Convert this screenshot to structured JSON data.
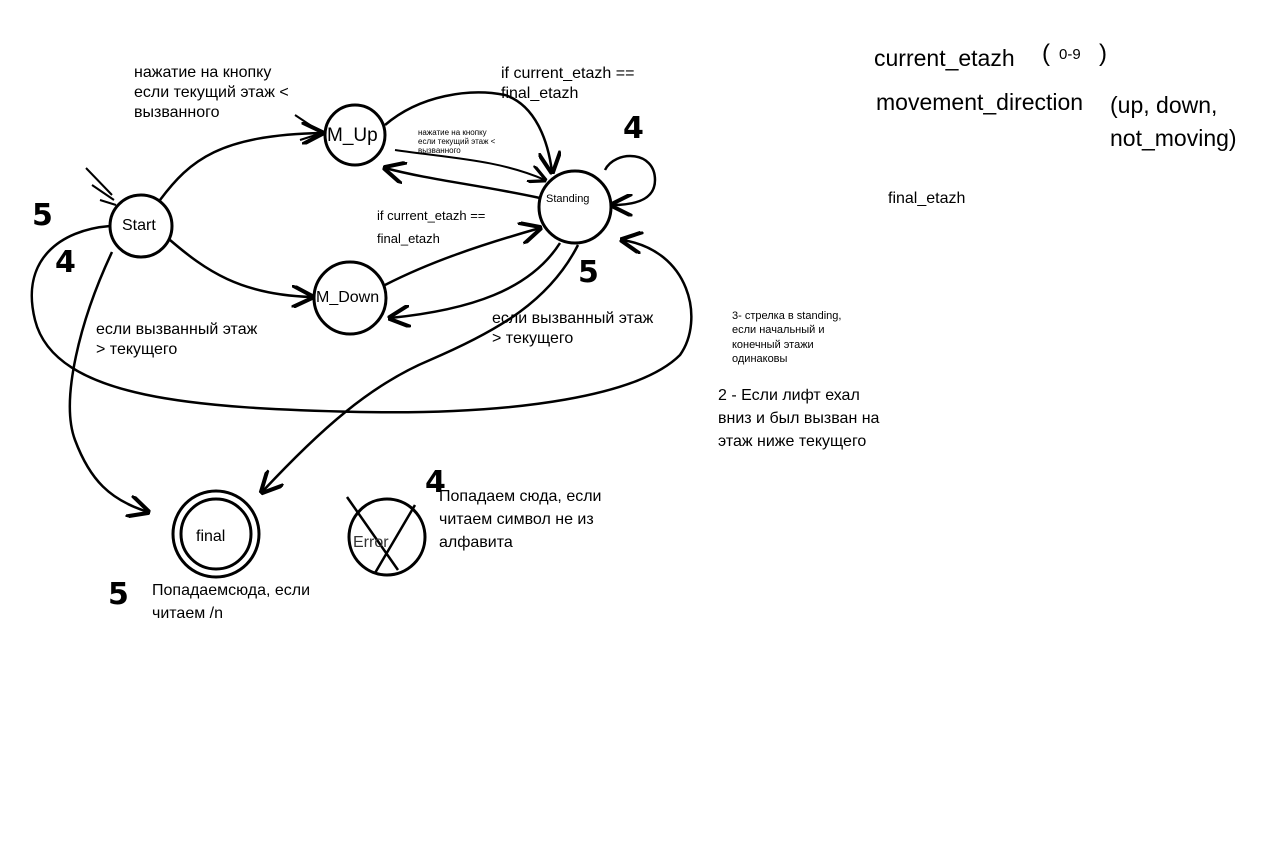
{
  "states": {
    "start": "Start",
    "m_up": "M_Up",
    "m_down": "M_Down",
    "standing": "Standing",
    "final": "final",
    "error": "Error"
  },
  "labels": {
    "press_button": [
      "нажатие на кнопку",
      "если текущий этаж  <",
      "вызванного"
    ],
    "press_button_small": [
      "нажатие на кнопку",
      "если текущий этаж  <",
      "вызванного"
    ],
    "if_equal_top": [
      "if current_etazh ==",
      "final_etazh"
    ],
    "if_equal_mid": [
      "if current_etazh ==",
      "final_etazh"
    ],
    "called_gt_left": [
      "если вызванный этаж",
      "> текущего"
    ],
    "called_gt_right": [
      "если вызванный этаж",
      "> текущего"
    ],
    "note_3": [
      "3- стрелка в standing,",
      "если начальный и",
      "конечный этажи",
      "одинаковы"
    ],
    "note_2": [
      "2 - Если лифт ехал",
      "вниз и был вызван на",
      "этаж ниже текущего"
    ],
    "error_note": [
      "Попадаем сюда, если",
      "читаем символ не из",
      "алфавита"
    ],
    "final_note": [
      "Попадаемсюда, если",
      "читаем /n"
    ]
  },
  "variables": {
    "current_etazh": "current_etazh",
    "current_range": "0-9",
    "movement_direction": "movement_direction",
    "direction_values_1": "(up, down,",
    "direction_values_2": "not_moving)",
    "final_etazh": "final_etazh",
    "paren_open": "(",
    "paren_close": ")"
  },
  "handwritten_numbers": {
    "start_top": "5",
    "start_left": "4",
    "standing_top": "4",
    "standing_bottom": "5",
    "error_top": "4",
    "final_left": "5"
  }
}
